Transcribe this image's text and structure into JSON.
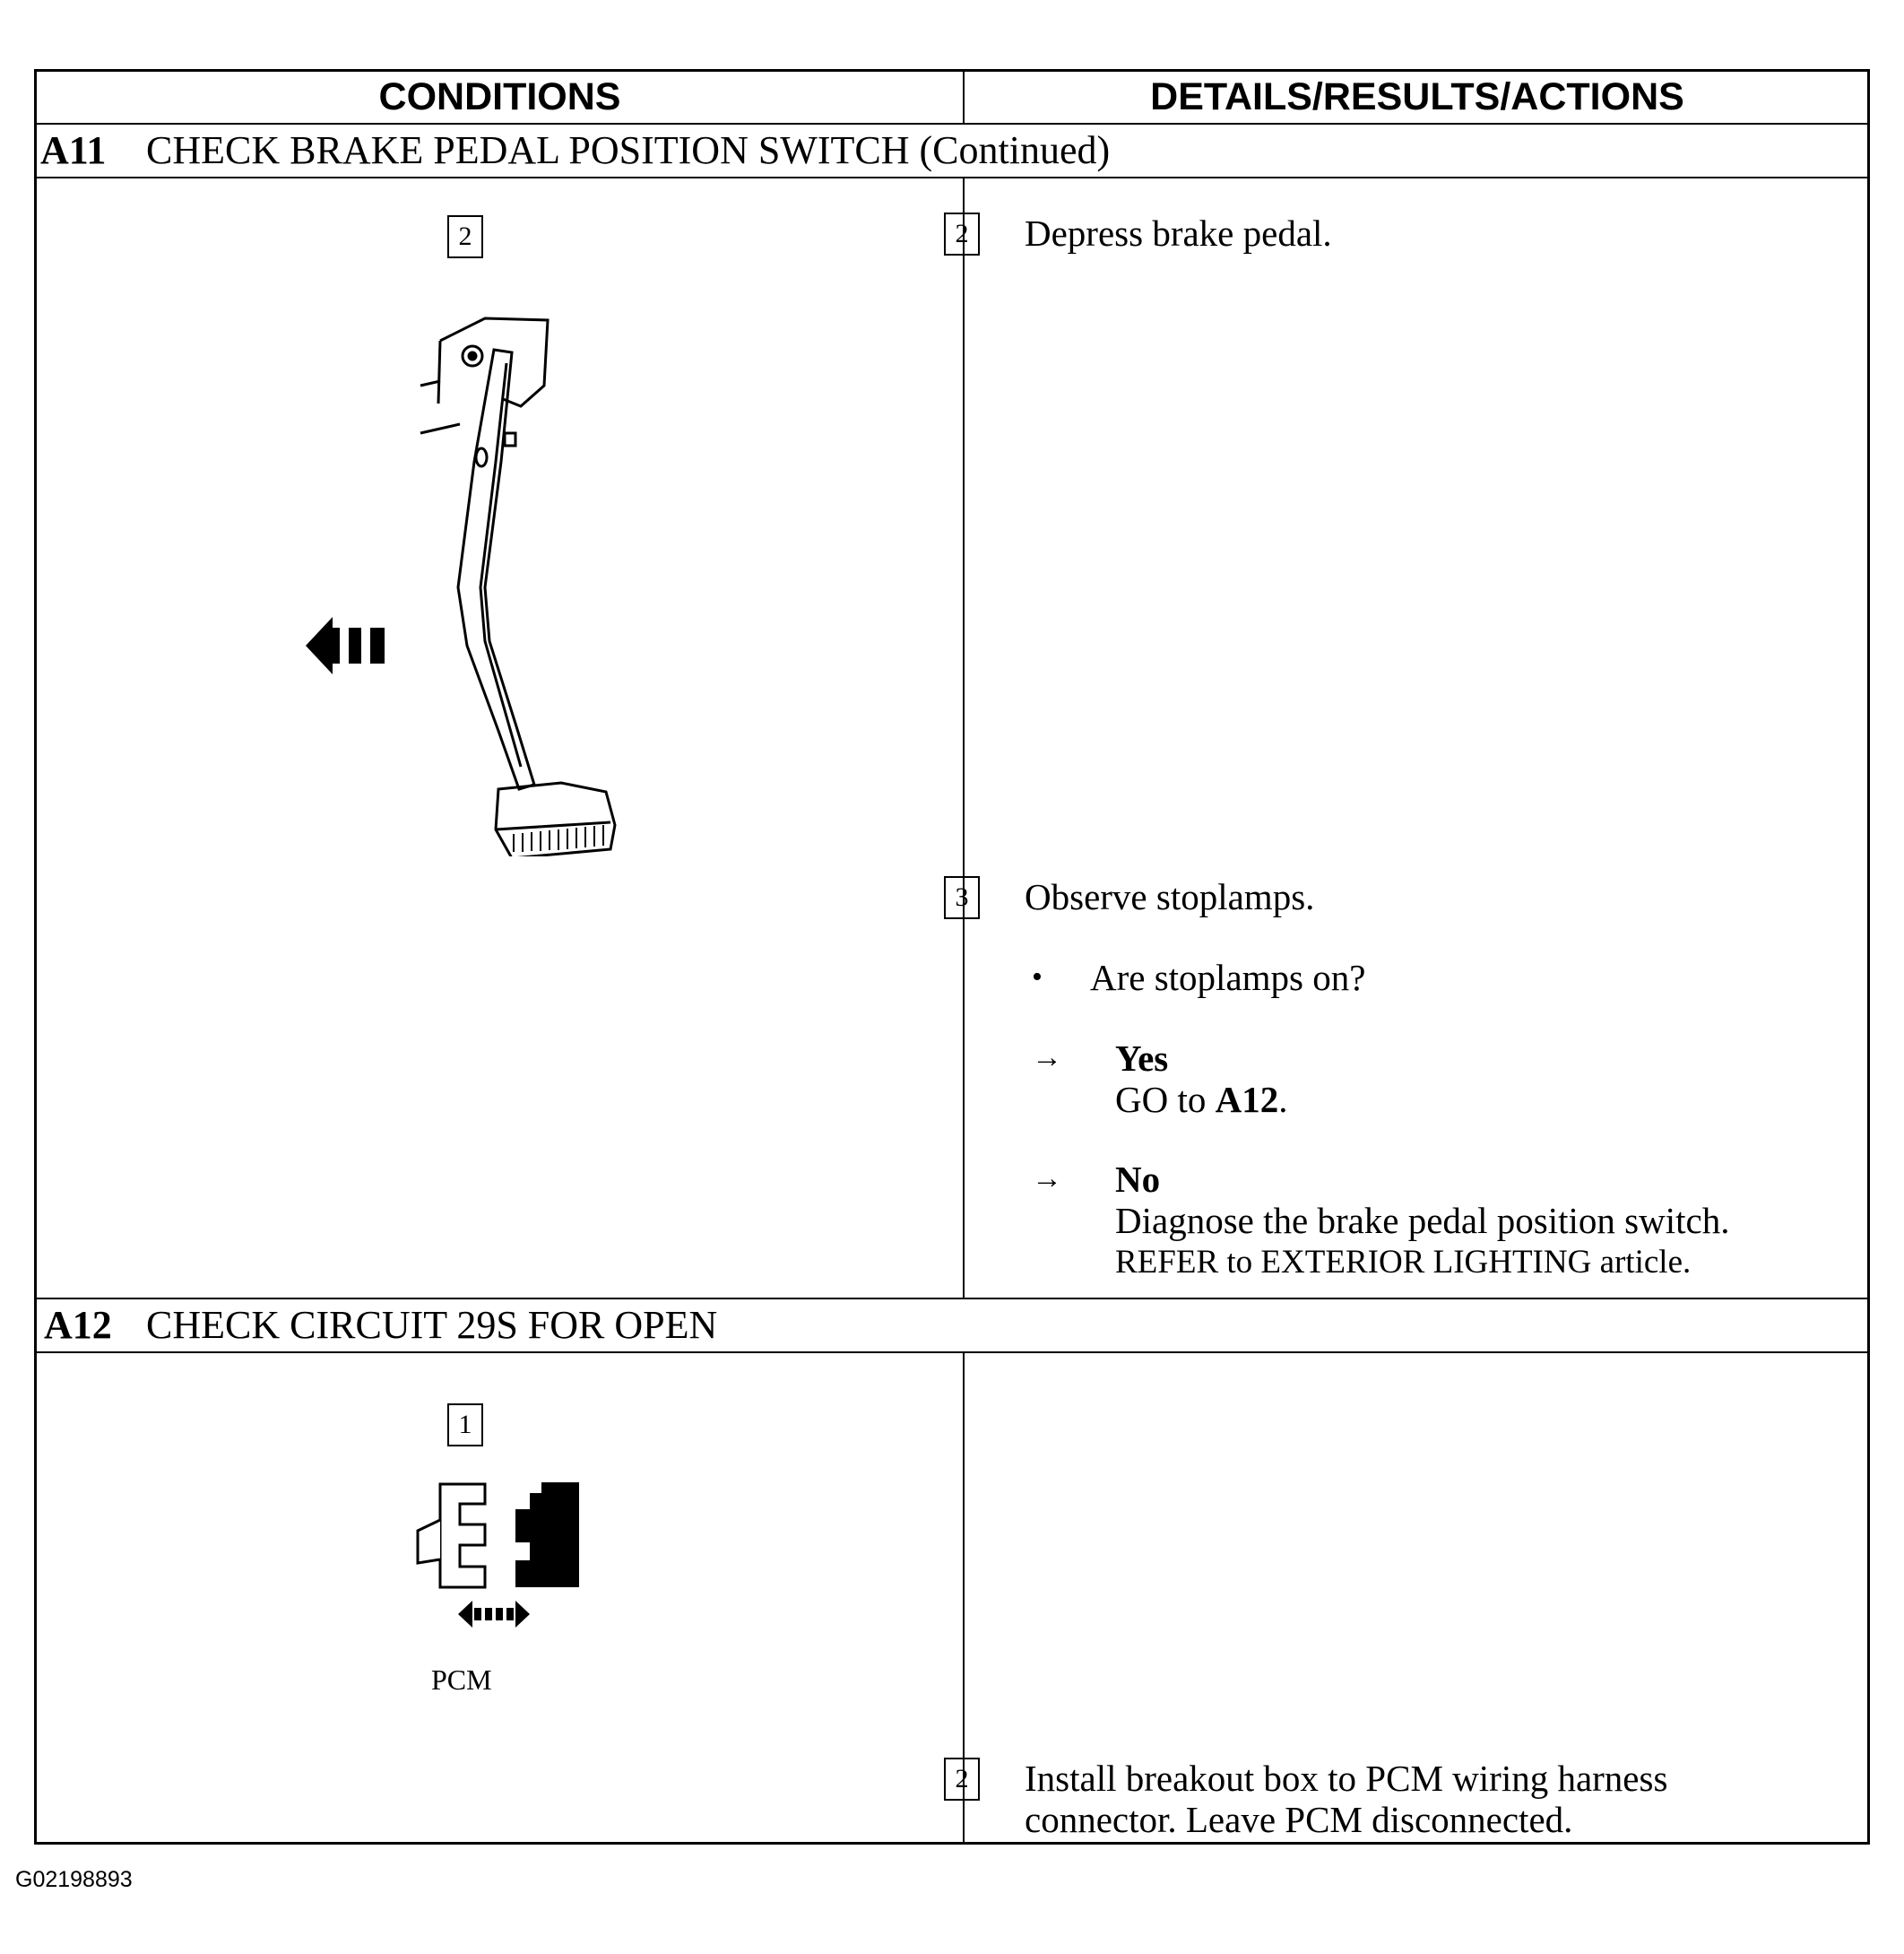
{
  "table": {
    "col_conditions": "CONDITIONS",
    "col_details": "DETAILS/RESULTS/ACTIONS"
  },
  "sections": [
    {
      "id": "A11",
      "title": "CHECK BRAKE PEDAL POSITION SWITCH (Continued)",
      "left_step": "2",
      "steps": [
        {
          "number": "2",
          "text": "Depress brake pedal."
        },
        {
          "number": "3",
          "text": "Observe stoplamps.",
          "question": "Are stoplamps on?",
          "outcomes": [
            {
              "label": "Yes",
              "action_prefix": "GO to ",
              "action_ref": "A12",
              "action_suffix": "."
            },
            {
              "label": "No",
              "line1": "Diagnose the brake pedal position switch.",
              "line2": "REFER to EXTERIOR LIGHTING article."
            }
          ]
        }
      ]
    },
    {
      "id": "A12",
      "title": "CHECK CIRCUIT 29S FOR OPEN",
      "left_step": "1",
      "figure_label": "PCM",
      "steps": [
        {
          "number": "2",
          "line1": "Install breakout box to PCM wiring harness",
          "line2": "connector. Leave PCM disconnected."
        }
      ]
    }
  ],
  "footer_code": "G02198893"
}
